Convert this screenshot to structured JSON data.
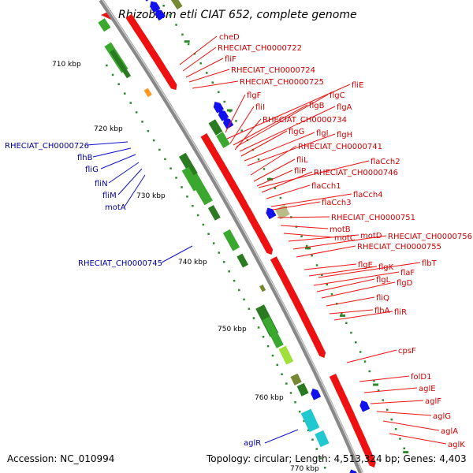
{
  "header": {
    "title": "Rhizobium etli CIAT 652, complete genome"
  },
  "footer": {
    "accession": "Accession: NC_010994",
    "stats": "Topology: circular; Length: 4,513,324 bp; Genes: 4,403"
  },
  "colors": {
    "cds_forward": "#ee1111",
    "cds_reverse": "#1111ee",
    "rna": "#bbbb88",
    "label_forward": "#cc0000",
    "label_reverse": "#000099",
    "backbone": "#888888",
    "blast_dark": "#2a7a22",
    "blast_mid": "#3aa82e",
    "blast_light": "#9fe03a",
    "blast_olive": "#778833",
    "cyan": "#22c8d0",
    "orange": "#ff9922"
  },
  "ticks": [
    "710 kbp",
    "720 kbp",
    "730 kbp",
    "740 kbp",
    "750 kbp",
    "760 kbp",
    "770 kbp"
  ],
  "genes_right": [
    "cheD",
    "RHECIAT_CH0000722",
    "fliF",
    "RHECIAT_CH0000724",
    "RHECIAT_CH0000725",
    "fliE",
    "flgF",
    "flgC",
    "flgA",
    "flgB",
    "fliI",
    "RHECIAT_CH0000734",
    "flgG",
    "flgI",
    "flgH",
    "RHECIAT_CH0000741",
    "fliL",
    "flaCch2",
    "fliP",
    "RHECIAT_CH0000746",
    "flaCch1",
    "flaCch4",
    "flaCch3",
    "RHECIAT_CH0000751",
    "motB",
    "motC",
    "motD",
    "RHECIAT_CH0000756",
    "RHECIAT_CH0000755",
    "flbT",
    "flgE",
    "flgK",
    "flaF",
    "flgL",
    "flgD",
    "fliQ",
    "flhA",
    "fliR",
    "cpsF",
    "folD1",
    "aglE",
    "aglF",
    "aglG",
    "aglA",
    "aglK"
  ],
  "genes_left": [
    "RHECIAT_CH0000726",
    "flhB",
    "fliG",
    "fliN",
    "fliM",
    "motA",
    "RHECIAT_CH0000745",
    "aglR"
  ]
}
